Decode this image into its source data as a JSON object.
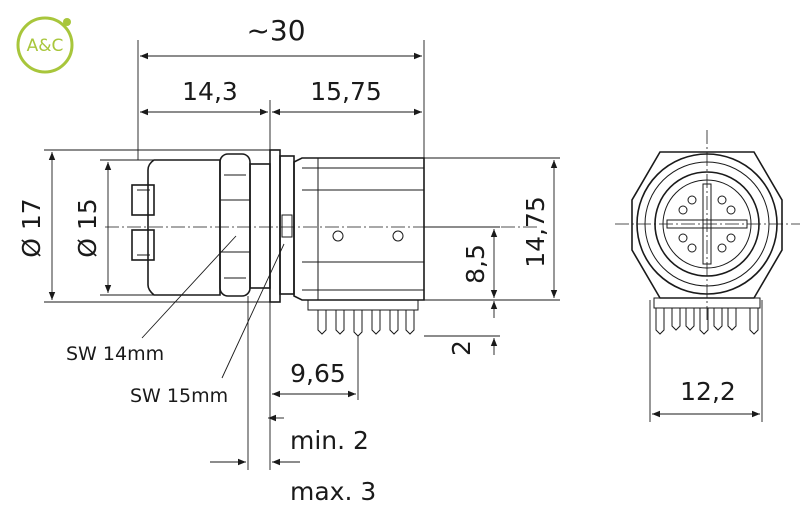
{
  "logo": {
    "text": "A&C",
    "color": "#a8c63b"
  },
  "dimensions": {
    "overall_length": "~30",
    "front_length": "14,3",
    "rear_length": "15,75",
    "diameter_17": "Ø 17",
    "diameter_15": "Ø 15",
    "height_14_75": "14,75",
    "height_8_5": "8,5",
    "pin_length_2": "2",
    "pin_offset_9_65": "9,65",
    "width_12_2": "12,2"
  },
  "annotations": {
    "wrench_14": "SW 14mm",
    "wrench_15": "SW 15mm",
    "panel_min": "min. 2",
    "panel_max": "max. 3"
  },
  "colors": {
    "line": "#1a1a1a",
    "background": "#ffffff"
  }
}
